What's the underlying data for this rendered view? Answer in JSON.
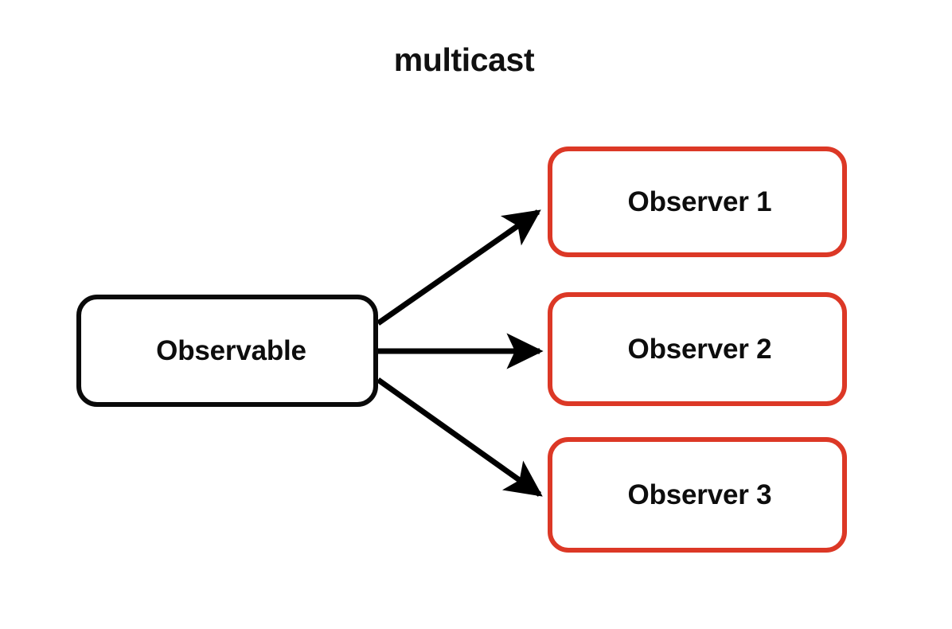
{
  "diagram": {
    "title": "multicast",
    "background_color": "#FFFFFF",
    "source_node": {
      "label": "Observable",
      "border_color": "#0A0A0A",
      "fill_color": "#FFFFFF"
    },
    "target_nodes": [
      {
        "label": "Observer 1",
        "border_color": "#DC3826",
        "fill_color": "#FFFFFF"
      },
      {
        "label": "Observer 2",
        "border_color": "#DC3826",
        "fill_color": "#FFFFFF"
      },
      {
        "label": "Observer 3",
        "border_color": "#DC3826",
        "fill_color": "#FFFFFF"
      }
    ],
    "connectors": [
      {
        "name": "observable-to-observer-1",
        "from": "Observable",
        "to": "Observer 1",
        "style": "solid-arrow",
        "color": "#000000"
      },
      {
        "name": "observable-to-observer-2",
        "from": "Observable",
        "to": "Observer 2",
        "style": "solid-arrow",
        "color": "#000000"
      },
      {
        "name": "observable-to-observer-3",
        "from": "Observable",
        "to": "Observer 3",
        "style": "solid-arrow",
        "color": "#000000"
      }
    ]
  }
}
